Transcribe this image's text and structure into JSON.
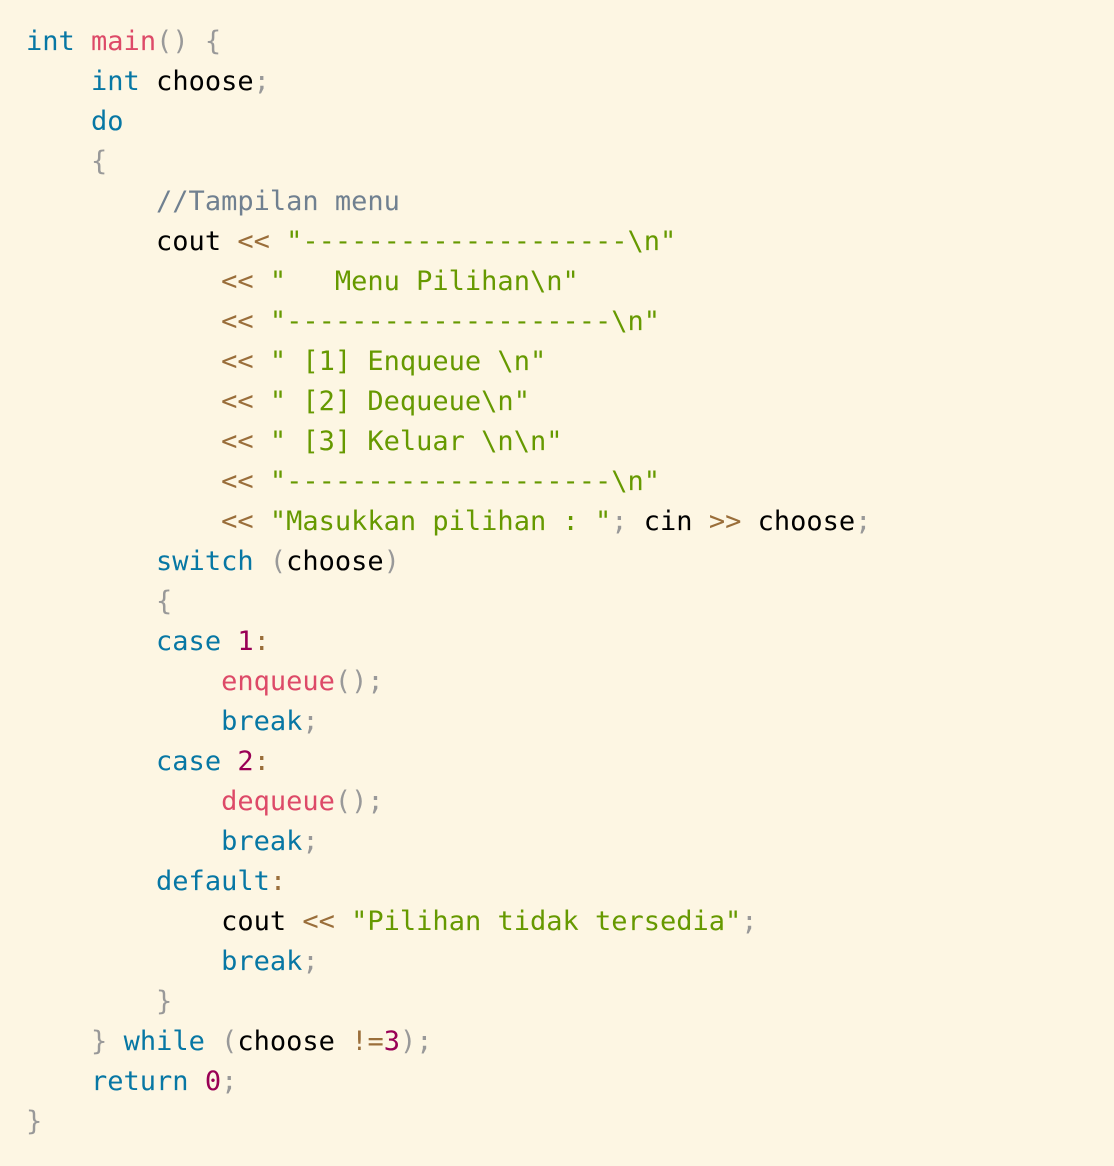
{
  "code": {
    "language": "cpp",
    "colors": {
      "background": "#fdf6e3",
      "keyword": "#0777a4",
      "function": "#dd4a68",
      "punctuation": "#999999",
      "operator": "#9a6e3a",
      "string": "#669900",
      "number": "#990055",
      "comment": "#708090",
      "identifier": "#000000"
    },
    "lines": [
      [
        [
          "k",
          "int"
        ],
        [
          "w",
          " "
        ],
        [
          "f",
          "main"
        ],
        [
          "p",
          "()"
        ],
        [
          "w",
          " "
        ],
        [
          "p",
          "{"
        ]
      ],
      [
        [
          "w",
          "    "
        ],
        [
          "k",
          "int"
        ],
        [
          "w",
          " "
        ],
        [
          "i",
          "choose"
        ],
        [
          "p",
          ";"
        ]
      ],
      [
        [
          "w",
          "    "
        ],
        [
          "k",
          "do"
        ]
      ],
      [
        [
          "w",
          "    "
        ],
        [
          "p",
          "{"
        ]
      ],
      [
        [
          "w",
          "        "
        ],
        [
          "c",
          "//Tampilan menu"
        ]
      ],
      [
        [
          "w",
          "        "
        ],
        [
          "i",
          "cout"
        ],
        [
          "w",
          " "
        ],
        [
          "o",
          "<<"
        ],
        [
          "w",
          " "
        ],
        [
          "s",
          "\"--------------------\\n\""
        ]
      ],
      [
        [
          "w",
          "            "
        ],
        [
          "o",
          "<<"
        ],
        [
          "w",
          " "
        ],
        [
          "s",
          "\"   Menu Pilihan\\n\""
        ]
      ],
      [
        [
          "w",
          "            "
        ],
        [
          "o",
          "<<"
        ],
        [
          "w",
          " "
        ],
        [
          "s",
          "\"--------------------\\n\""
        ]
      ],
      [
        [
          "w",
          "            "
        ],
        [
          "o",
          "<<"
        ],
        [
          "w",
          " "
        ],
        [
          "s",
          "\" [1] Enqueue \\n\""
        ]
      ],
      [
        [
          "w",
          "            "
        ],
        [
          "o",
          "<<"
        ],
        [
          "w",
          " "
        ],
        [
          "s",
          "\" [2] Dequeue\\n\""
        ]
      ],
      [
        [
          "w",
          "            "
        ],
        [
          "o",
          "<<"
        ],
        [
          "w",
          " "
        ],
        [
          "s",
          "\" [3] Keluar \\n\\n\""
        ]
      ],
      [
        [
          "w",
          "            "
        ],
        [
          "o",
          "<<"
        ],
        [
          "w",
          " "
        ],
        [
          "s",
          "\"--------------------\\n\""
        ]
      ],
      [
        [
          "w",
          "            "
        ],
        [
          "o",
          "<<"
        ],
        [
          "w",
          " "
        ],
        [
          "s",
          "\"Masukkan pilihan : \""
        ],
        [
          "p",
          ";"
        ],
        [
          "w",
          " "
        ],
        [
          "i",
          "cin"
        ],
        [
          "w",
          " "
        ],
        [
          "o",
          ">>"
        ],
        [
          "w",
          " "
        ],
        [
          "i",
          "choose"
        ],
        [
          "p",
          ";"
        ]
      ],
      [
        [
          "w",
          "        "
        ],
        [
          "k",
          "switch"
        ],
        [
          "w",
          " "
        ],
        [
          "p",
          "("
        ],
        [
          "i",
          "choose"
        ],
        [
          "p",
          ")"
        ]
      ],
      [
        [
          "w",
          "        "
        ],
        [
          "p",
          "{"
        ]
      ],
      [
        [
          "w",
          "        "
        ],
        [
          "k",
          "case"
        ],
        [
          "w",
          " "
        ],
        [
          "n",
          "1"
        ],
        [
          "o",
          ":"
        ]
      ],
      [
        [
          "w",
          "            "
        ],
        [
          "f",
          "enqueue"
        ],
        [
          "p",
          "();"
        ]
      ],
      [
        [
          "w",
          "            "
        ],
        [
          "k",
          "break"
        ],
        [
          "p",
          ";"
        ]
      ],
      [
        [
          "w",
          "        "
        ],
        [
          "k",
          "case"
        ],
        [
          "w",
          " "
        ],
        [
          "n",
          "2"
        ],
        [
          "o",
          ":"
        ]
      ],
      [
        [
          "w",
          "            "
        ],
        [
          "f",
          "dequeue"
        ],
        [
          "p",
          "();"
        ]
      ],
      [
        [
          "w",
          "            "
        ],
        [
          "k",
          "break"
        ],
        [
          "p",
          ";"
        ]
      ],
      [
        [
          "w",
          "        "
        ],
        [
          "k",
          "default"
        ],
        [
          "o",
          ":"
        ]
      ],
      [
        [
          "w",
          "            "
        ],
        [
          "i",
          "cout"
        ],
        [
          "w",
          " "
        ],
        [
          "o",
          "<<"
        ],
        [
          "w",
          " "
        ],
        [
          "s",
          "\"Pilihan tidak tersedia\""
        ],
        [
          "p",
          ";"
        ]
      ],
      [
        [
          "w",
          "            "
        ],
        [
          "k",
          "break"
        ],
        [
          "p",
          ";"
        ]
      ],
      [
        [
          "w",
          "        "
        ],
        [
          "p",
          "}"
        ]
      ],
      [
        [
          "w",
          "    "
        ],
        [
          "p",
          "}"
        ],
        [
          "w",
          " "
        ],
        [
          "k",
          "while"
        ],
        [
          "w",
          " "
        ],
        [
          "p",
          "("
        ],
        [
          "i",
          "choose"
        ],
        [
          "w",
          " "
        ],
        [
          "o",
          "!="
        ],
        [
          "n",
          "3"
        ],
        [
          "p",
          ");"
        ]
      ],
      [
        [
          "w",
          "    "
        ],
        [
          "k",
          "return"
        ],
        [
          "w",
          " "
        ],
        [
          "n",
          "0"
        ],
        [
          "p",
          ";"
        ]
      ],
      [
        [
          "p",
          "}"
        ]
      ]
    ]
  }
}
